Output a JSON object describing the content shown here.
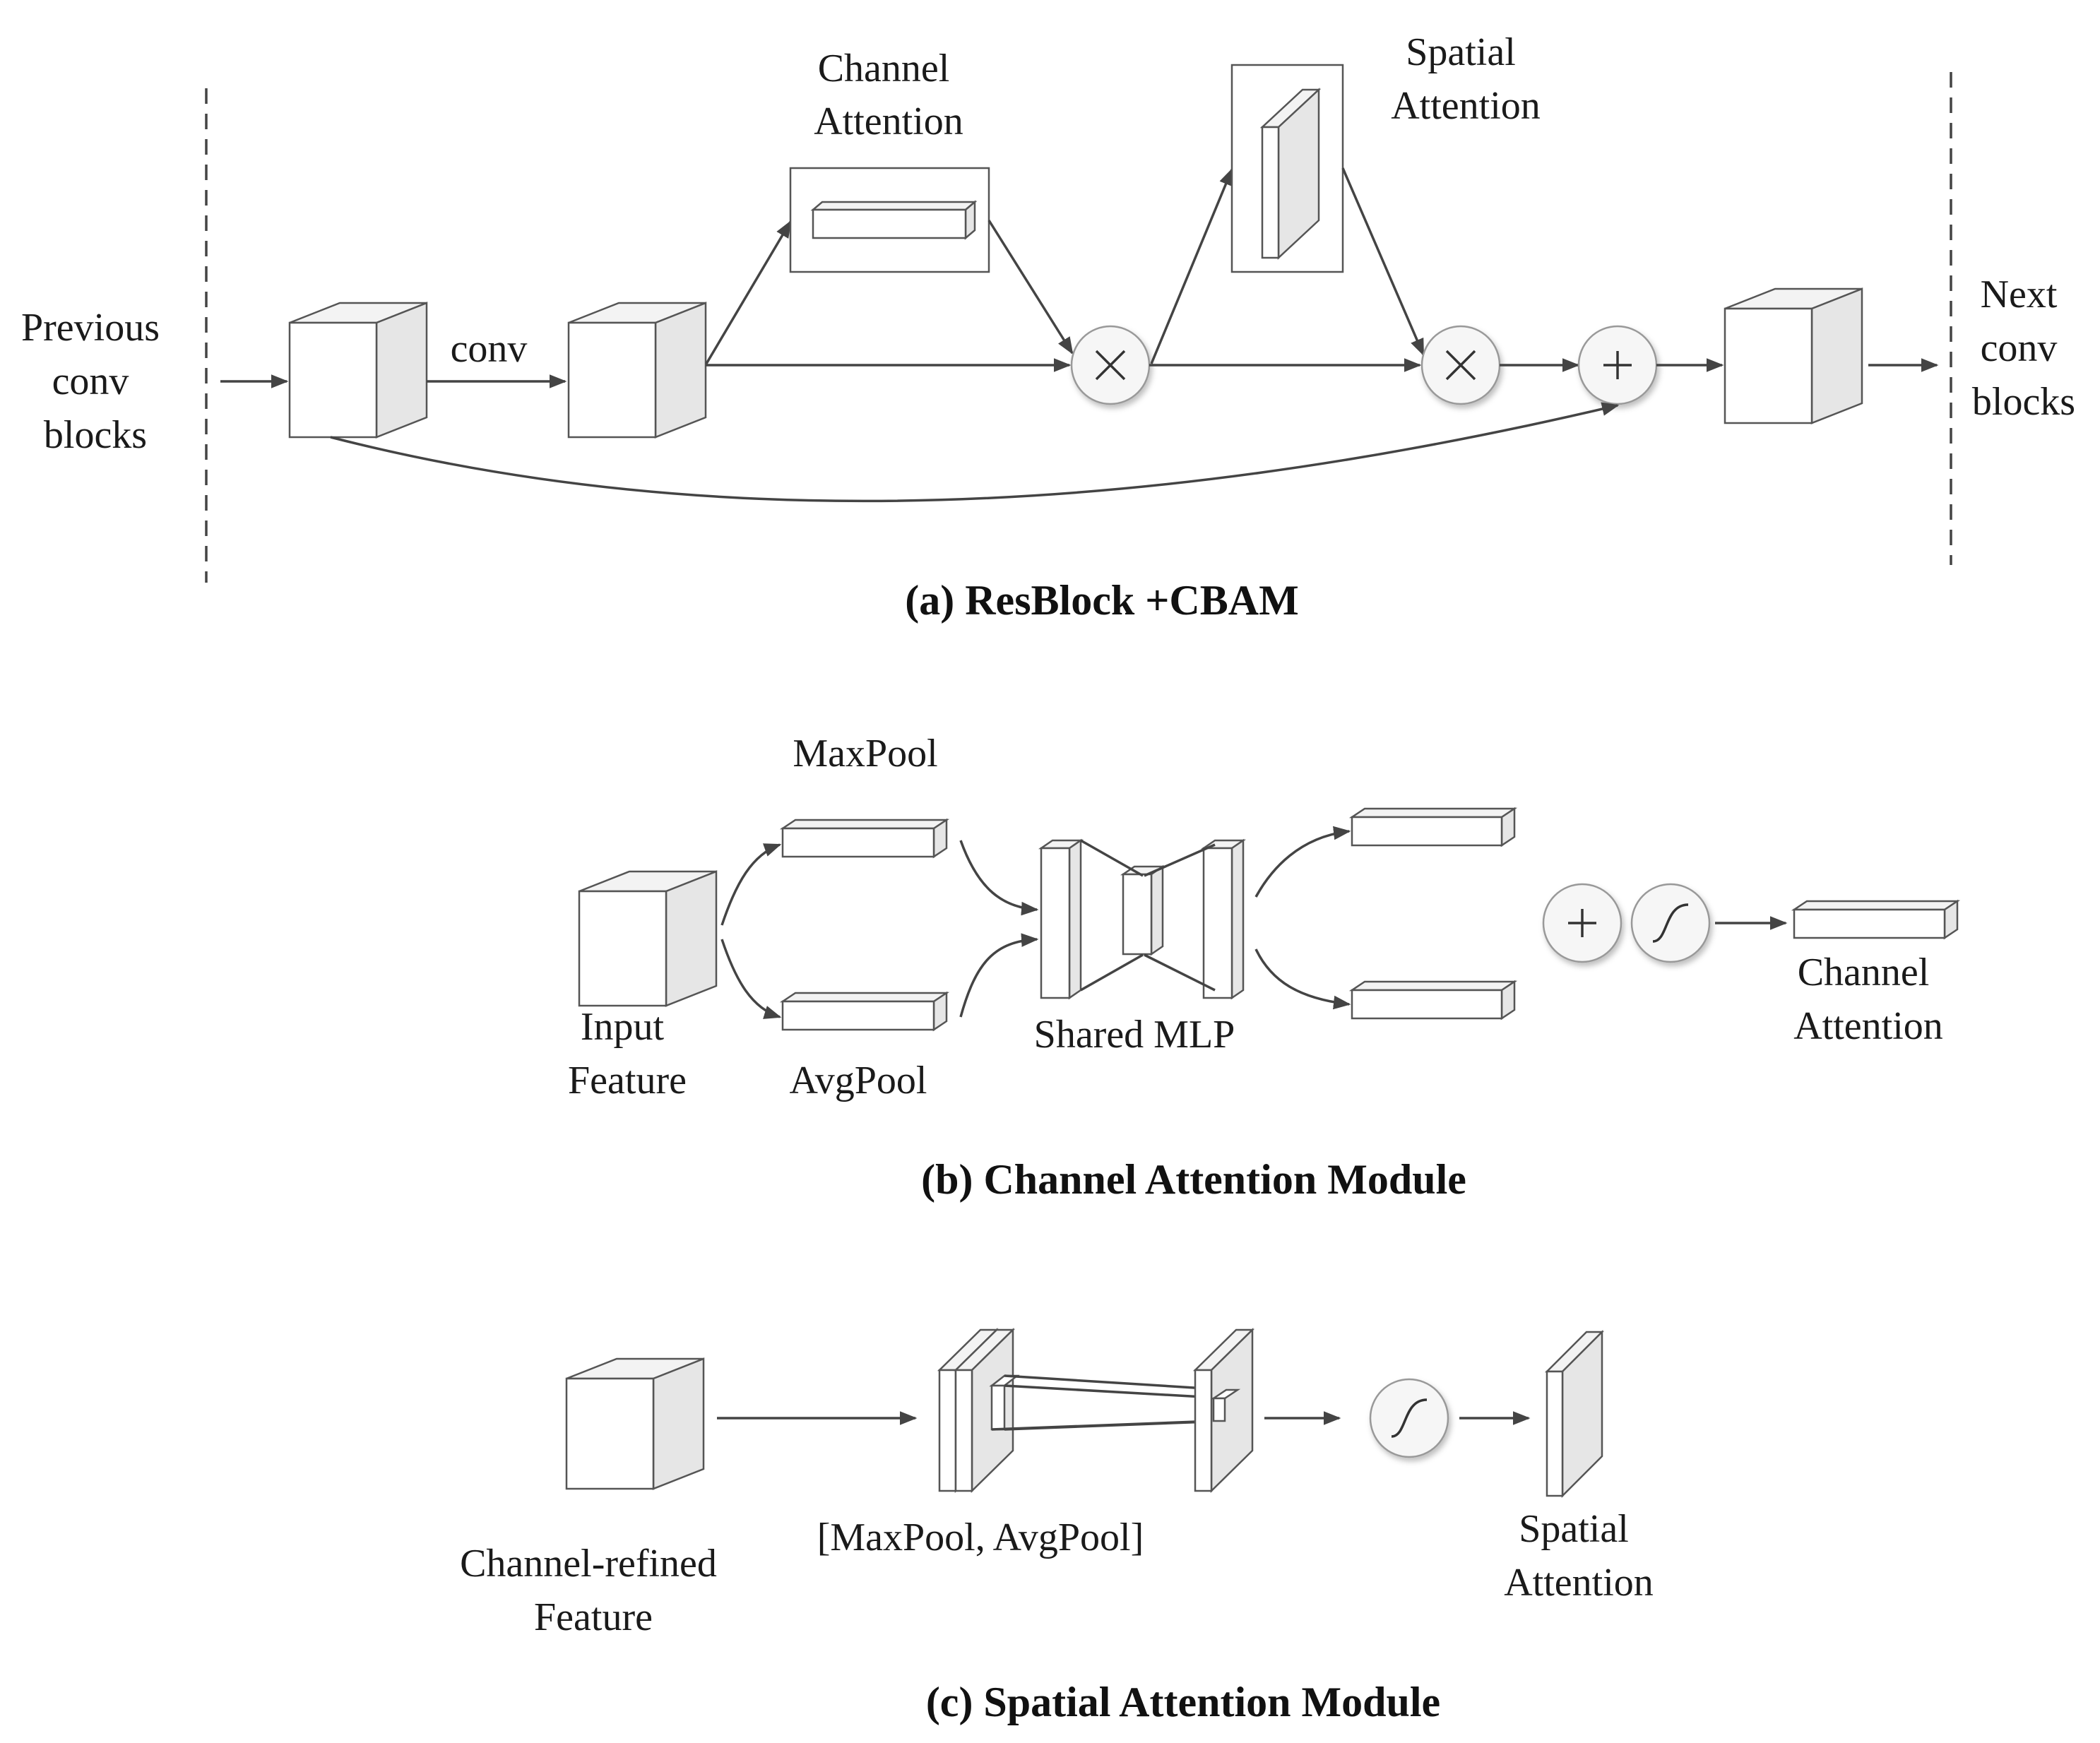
{
  "panel_a": {
    "previous": [
      "Previous",
      "conv",
      "blocks"
    ],
    "conv": "conv",
    "channel_attention": [
      "Channel",
      "Attention"
    ],
    "spatial_attention": [
      "Spatial",
      "Attention"
    ],
    "next": [
      "Next",
      "conv",
      "blocks"
    ],
    "caption": "(a) ResBlock +CBAM"
  },
  "panel_b": {
    "maxpool": "MaxPool",
    "avgpool": "AvgPool",
    "input_feature": [
      "Input",
      "Feature"
    ],
    "shared_mlp": "Shared MLP",
    "channel_attention": [
      "Channel",
      "Attention"
    ],
    "caption": "(b) Channel Attention Module"
  },
  "panel_c": {
    "channel_refined": [
      "Channel-refined",
      "Feature"
    ],
    "concat_pool": "[MaxPool, AvgPool]",
    "spatial_attention": [
      "Spatial",
      "Attention"
    ],
    "caption": "(c) Spatial Attention Module"
  },
  "operators": {
    "multiply": "multiply-icon",
    "add": "add-icon",
    "sigmoid": "sigmoid-icon"
  },
  "colors": {
    "line": "#444444",
    "side_face": "#e6e6e6",
    "operator_fill": "#f6f6f6"
  }
}
